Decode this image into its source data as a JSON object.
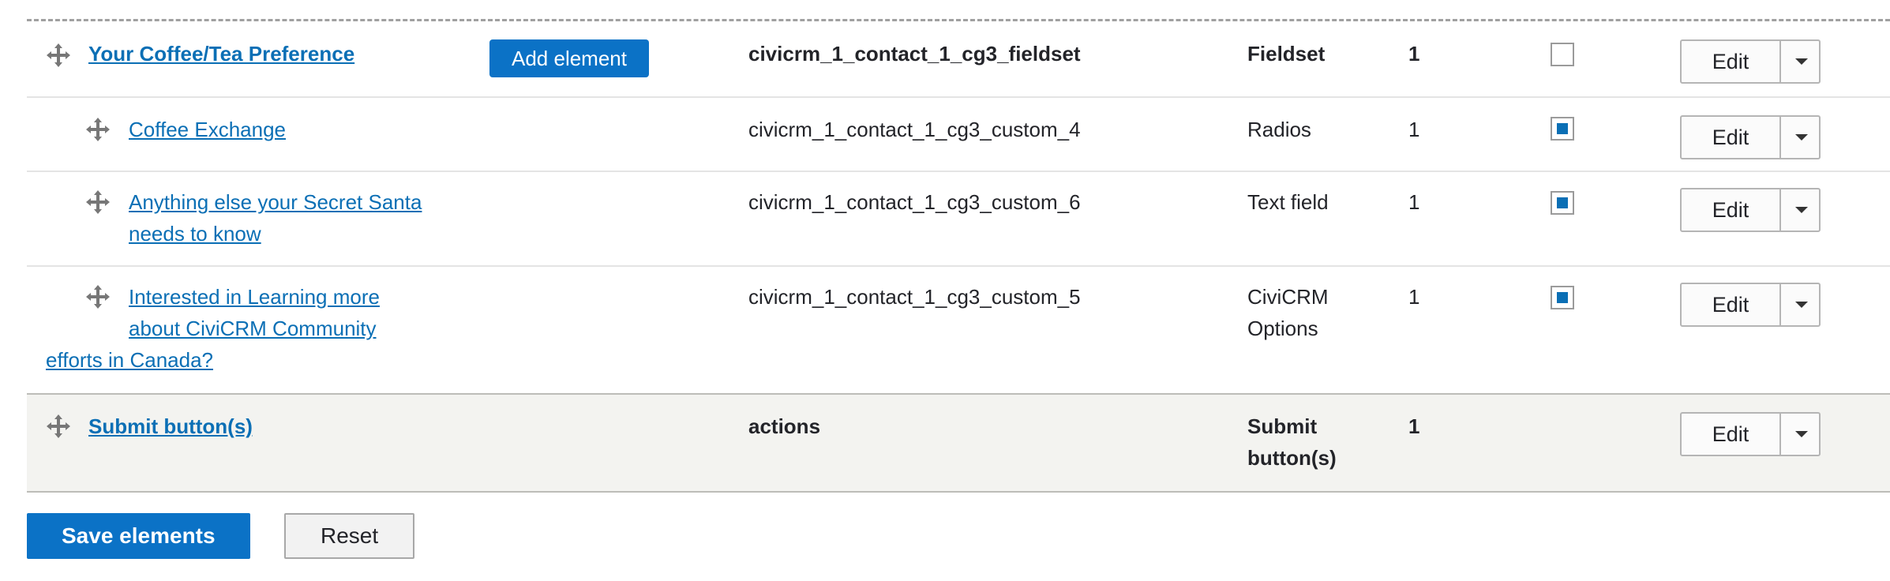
{
  "rows": [
    {
      "title": "Your Coffee/Tea Preference",
      "add_element_label": "Add element",
      "key": "civicrm_1_contact_1_cg3_fieldset",
      "type": "Fieldset",
      "weight": "1",
      "required": false,
      "edit_label": "Edit"
    },
    {
      "title": "Coffee Exchange",
      "key": "civicrm_1_contact_1_cg3_custom_4",
      "type": "Radios",
      "weight": "1",
      "required": true,
      "edit_label": "Edit"
    },
    {
      "title_line1": "Anything else your Secret Santa",
      "title_line2": "needs to know",
      "key": "civicrm_1_contact_1_cg3_custom_6",
      "type": "Text field",
      "weight": "1",
      "required": true,
      "edit_label": "Edit"
    },
    {
      "title_line1": "Interested in Learning more",
      "title_line2": "about CiviCRM Community",
      "title_line3": "efforts in Canada?",
      "key": "civicrm_1_contact_1_cg3_custom_5",
      "type_line1": "CiviCRM",
      "type_line2": "Options",
      "weight": "1",
      "required": true,
      "edit_label": "Edit"
    },
    {
      "title": "Submit button(s)",
      "key": "actions",
      "type_line1": "Submit",
      "type_line2": "button(s)",
      "weight": "1",
      "edit_label": "Edit"
    }
  ],
  "actions": {
    "save_label": "Save elements",
    "reset_label": "Reset"
  },
  "colors": {
    "link": "#0b6fb5",
    "primary": "#0b72c6",
    "summary_bg": "#f3f3f0"
  }
}
